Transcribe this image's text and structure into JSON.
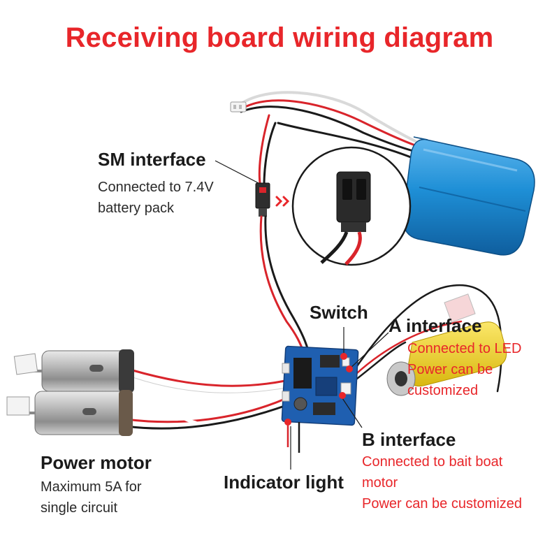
{
  "title": "Receiving board wiring diagram",
  "labels": {
    "sm_interface": {
      "heading": "SM interface",
      "lines": [
        "Connected to 7.4V",
        "battery pack"
      ]
    },
    "switch": {
      "heading": "Switch"
    },
    "a_interface": {
      "heading": "A interface",
      "lines": [
        "Connected to LED",
        "Power can be",
        "customized"
      ]
    },
    "b_interface": {
      "heading": "B interface",
      "lines": [
        "Connected to bait boat",
        "motor",
        "Power can be customized"
      ]
    },
    "indicator_light": {
      "heading": "Indicator light"
    },
    "power_motor": {
      "heading": "Power motor",
      "lines": [
        "Maximum 5A for",
        "single circuit"
      ]
    }
  },
  "colors": {
    "title": "#e8262a",
    "accent": "#e8262a",
    "battery": "#1e8fd6",
    "board": "#1f5fb0",
    "wire_red": "#d9242b",
    "wire_black": "#1a1a1a",
    "motor_yellow": "#f2d21b"
  }
}
